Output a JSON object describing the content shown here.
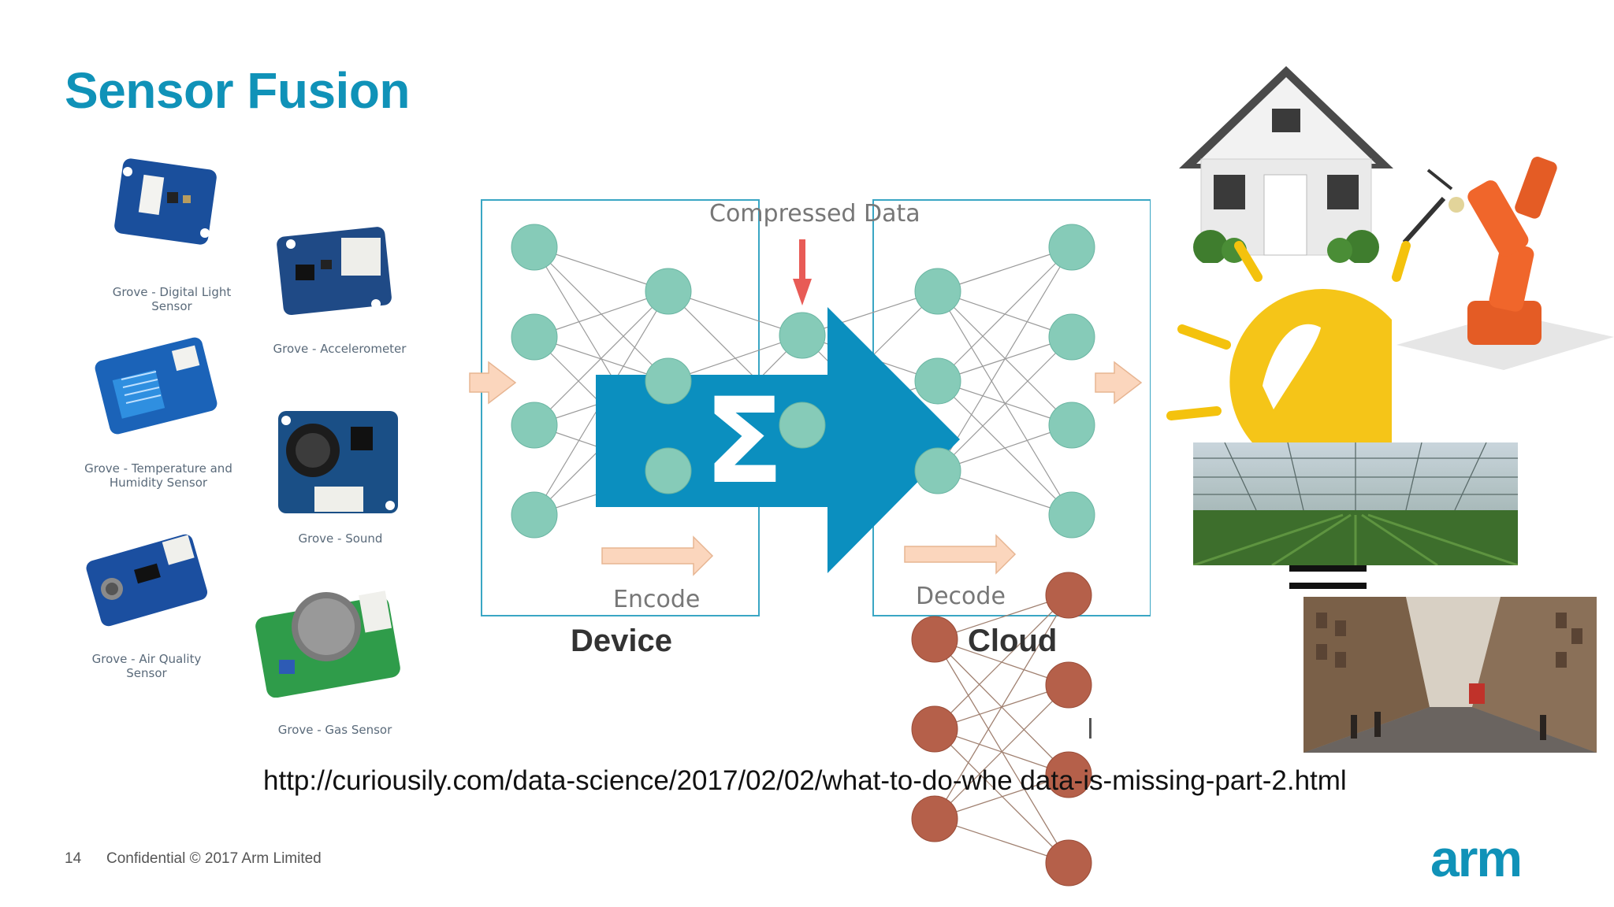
{
  "slide": {
    "title": "Sensor Fusion",
    "page_number": "14",
    "confidential": "Confidential © 2017 Arm Limited",
    "logo_text": "arm",
    "url": "http://curiousily.com/data-science/2017/02/02/what-to-do-whe  data-is-missing-part-2.html"
  },
  "sensors": [
    {
      "label": "Grove - Digital Light Sensor"
    },
    {
      "label": "Grove - Accelerometer"
    },
    {
      "label": "Grove - Temperature and Humidity Sensor"
    },
    {
      "label": "Grove - Sound"
    },
    {
      "label": "Grove - Air Quality Sensor"
    },
    {
      "label": "Grove - Gas Sensor"
    }
  ],
  "diagram": {
    "compressed_label": "Compressed Data",
    "encode_label": "Encode",
    "decode_label": "Decode",
    "device_label": "Device",
    "cloud_label": "Cloud",
    "sigma": "Σ"
  },
  "colors": {
    "accent": "#1092b8",
    "node": "#86cbb8",
    "brown_node": "#b5604a",
    "arrow_fill": "#fbd6bd",
    "red_arrow": "#e85b56"
  }
}
